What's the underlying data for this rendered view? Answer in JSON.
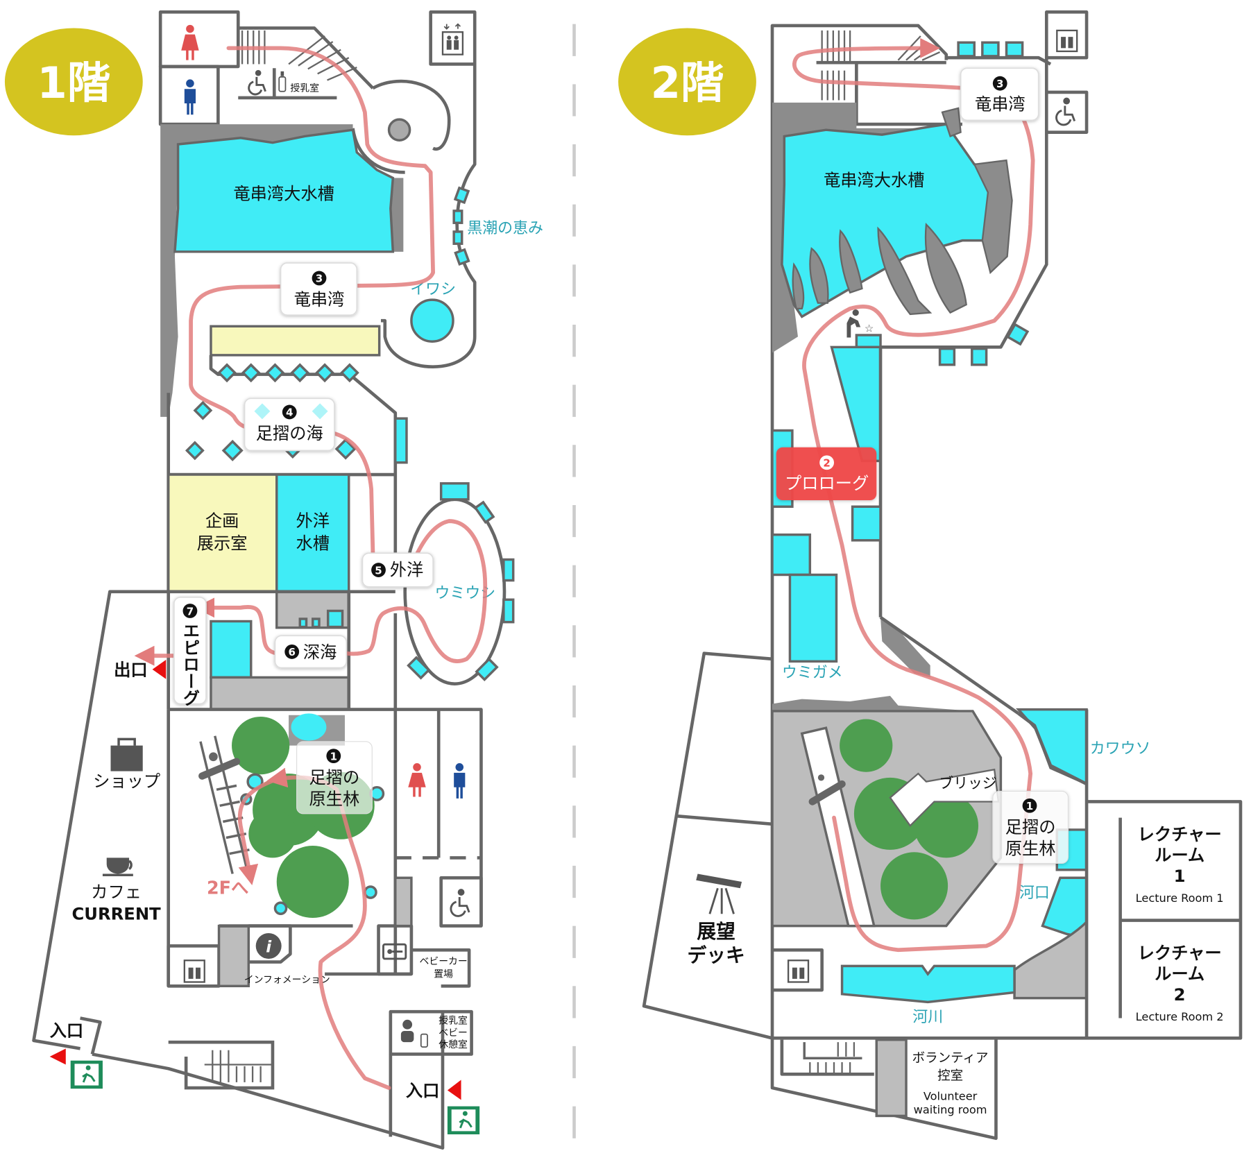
{
  "divider": "dashed",
  "colors": {
    "tank": "#40ecf6",
    "route": "#e27c7c",
    "badge": "#d4c420",
    "prologue": "#f04848",
    "exit_sign": "#1e8c5a",
    "label_teal": "#2aa3b4"
  },
  "floor1": {
    "badge": "1階",
    "tank_main": "竜串湾大水槽",
    "kuroshio": "黒潮の恵み",
    "iwashi": "イワシ",
    "umiushi": "ウミウシ",
    "special_room": [
      "企画",
      "展示室"
    ],
    "ocean_tank": [
      "外洋",
      "水槽"
    ],
    "nursing_room_small": "授乳室",
    "stops": {
      "s3": {
        "num": "3",
        "name": "竜串湾"
      },
      "s4": {
        "num": "4",
        "name": "足摺の海"
      },
      "s5": {
        "num": "5",
        "name": "外洋"
      },
      "s6": {
        "num": "6",
        "name": "深海"
      },
      "s7": {
        "num": "7",
        "name": "エピローグ"
      },
      "s1": {
        "num": "1",
        "name_lines": [
          "足摺の",
          "原生林"
        ]
      }
    },
    "exit": "出口",
    "shop": "ショップ",
    "cafe": [
      "カフェ",
      "CURRENT"
    ],
    "to_2f": "2Fへ",
    "information": "インフォメーション",
    "stroller": [
      "ベビーカー",
      "置場"
    ],
    "baby_room": [
      "授乳室",
      "ベビー",
      "休憩室"
    ],
    "entrance_left": "入口",
    "entrance_main": "入口",
    "icons": [
      "restroom-women-icon",
      "restroom-men-icon",
      "wheelchair-icon",
      "baby-bottle-icon",
      "elevator-icon",
      "shop-bag-icon",
      "coffee-cup-icon",
      "info-icon",
      "locker-key-icon",
      "baby-icon",
      "emergency-exit-icon",
      "escalator-icon"
    ]
  },
  "floor2": {
    "badge": "2階",
    "tank_main": "竜串湾大水槽",
    "umigame": "ウミガメ",
    "kawauso": "カワウソ",
    "kakou": "河口",
    "kasen": "河川",
    "bridge": "ブリッジ",
    "deck": [
      "展望",
      "デッキ"
    ],
    "stops": {
      "s2": {
        "num": "2",
        "name": "プロローグ"
      },
      "s3": {
        "num": "3",
        "name": "竜串湾"
      },
      "s1": {
        "num": "1",
        "name_lines": [
          "足摺の",
          "原生林"
        ]
      }
    },
    "lecture1": {
      "jp": [
        "レクチャー",
        "ルーム",
        "1"
      ],
      "en": "Lecture Room 1"
    },
    "lecture2": {
      "jp": [
        "レクチャー",
        "ルーム",
        "2"
      ],
      "en": "Lecture Room 2"
    },
    "volunteer": {
      "jp": [
        "ボランティア",
        "控室"
      ],
      "en": [
        "Volunteer",
        "waiting room"
      ]
    },
    "icons": [
      "elevator-icon",
      "wheelchair-icon",
      "telescope-icon",
      "diver-icon",
      "escalator-icon"
    ]
  }
}
